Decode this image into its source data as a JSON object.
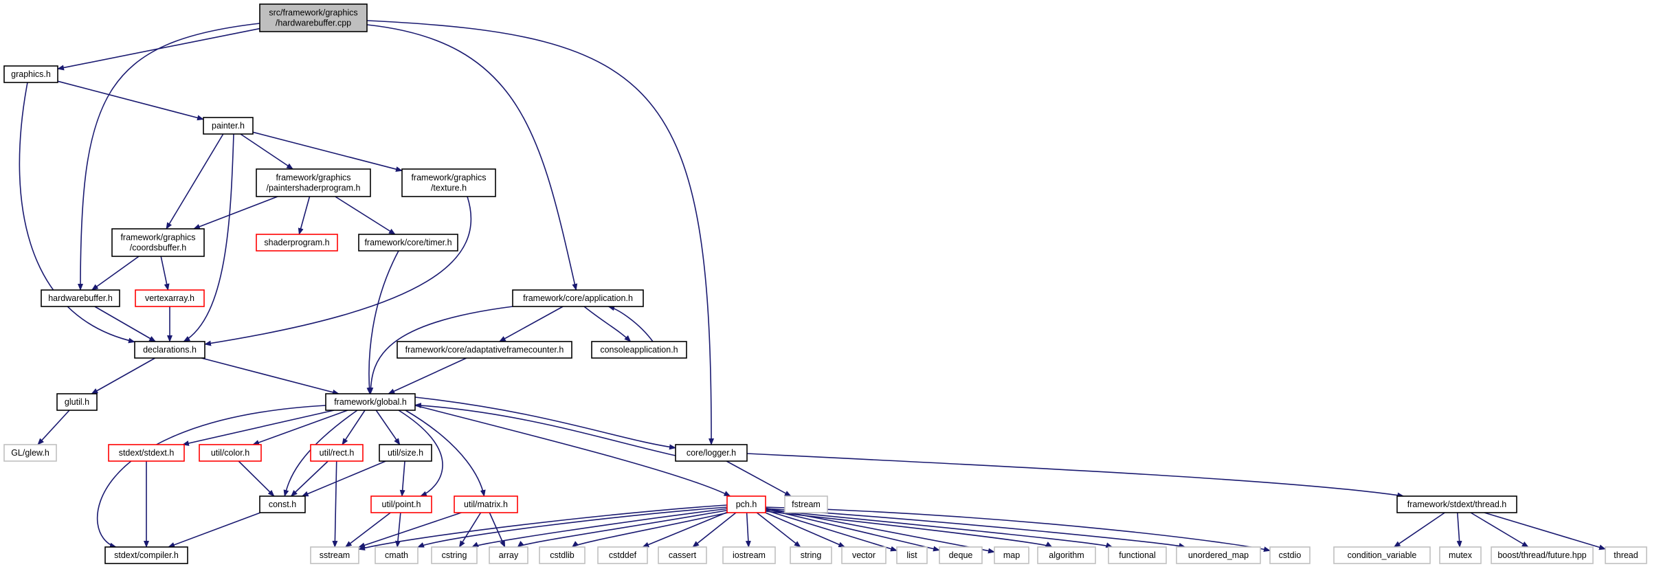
{
  "colors": {
    "edge": "#191970",
    "root_fill": "#bfbfbf",
    "normal_border": "#000000",
    "red_border": "#ff0000",
    "gray_border": "#bfbfbf"
  },
  "nodes": [
    {
      "id": "root",
      "lines": [
        "src/framework/graphics",
        "/hardwarebuffer.cpp"
      ],
      "style": "root"
    },
    {
      "id": "graphics_h",
      "lines": [
        "graphics.h"
      ],
      "style": "normal"
    },
    {
      "id": "painter_h",
      "lines": [
        "painter.h"
      ],
      "style": "normal"
    },
    {
      "id": "paintershaderprogram_h",
      "lines": [
        "framework/graphics",
        "/paintershaderprogram.h"
      ],
      "style": "normal"
    },
    {
      "id": "texture_h",
      "lines": [
        "framework/graphics",
        "/texture.h"
      ],
      "style": "normal"
    },
    {
      "id": "coordsbuffer_h",
      "lines": [
        "framework/graphics",
        "/coordsbuffer.h"
      ],
      "style": "normal"
    },
    {
      "id": "shaderprogram_h",
      "lines": [
        "shaderprogram.h"
      ],
      "style": "red"
    },
    {
      "id": "timer_h",
      "lines": [
        "framework/core/timer.h"
      ],
      "style": "normal"
    },
    {
      "id": "hardwarebuffer_h",
      "lines": [
        "hardwarebuffer.h"
      ],
      "style": "normal"
    },
    {
      "id": "vertexarray_h",
      "lines": [
        "vertexarray.h"
      ],
      "style": "red"
    },
    {
      "id": "application_h",
      "lines": [
        "framework/core/application.h"
      ],
      "style": "normal"
    },
    {
      "id": "declarations_h",
      "lines": [
        "declarations.h"
      ],
      "style": "normal"
    },
    {
      "id": "adaptativeframecounter_h",
      "lines": [
        "framework/core/adaptativeframecounter.h"
      ],
      "style": "normal"
    },
    {
      "id": "consoleapplication_h",
      "lines": [
        "consoleapplication.h"
      ],
      "style": "normal"
    },
    {
      "id": "glutil_h",
      "lines": [
        "glutil.h"
      ],
      "style": "normal"
    },
    {
      "id": "global_h",
      "lines": [
        "framework/global.h"
      ],
      "style": "normal"
    },
    {
      "id": "glew_h",
      "lines": [
        "GL/glew.h"
      ],
      "style": "gray"
    },
    {
      "id": "stdext_h",
      "lines": [
        "stdext/stdext.h"
      ],
      "style": "red"
    },
    {
      "id": "color_h",
      "lines": [
        "util/color.h"
      ],
      "style": "red"
    },
    {
      "id": "rect_h",
      "lines": [
        "util/rect.h"
      ],
      "style": "red"
    },
    {
      "id": "size_h",
      "lines": [
        "util/size.h"
      ],
      "style": "normal"
    },
    {
      "id": "logger_h",
      "lines": [
        "core/logger.h"
      ],
      "style": "normal"
    },
    {
      "id": "point_h",
      "lines": [
        "util/point.h"
      ],
      "style": "red"
    },
    {
      "id": "matrix_h",
      "lines": [
        "util/matrix.h"
      ],
      "style": "red"
    },
    {
      "id": "pch_h",
      "lines": [
        "pch.h"
      ],
      "style": "red"
    },
    {
      "id": "const_h",
      "lines": [
        "const.h"
      ],
      "style": "normal"
    },
    {
      "id": "fstream",
      "lines": [
        "fstream"
      ],
      "style": "gray"
    },
    {
      "id": "thread_h",
      "lines": [
        "framework/stdext/thread.h"
      ],
      "style": "normal"
    },
    {
      "id": "compiler_h",
      "lines": [
        "stdext/compiler.h"
      ],
      "style": "normal"
    },
    {
      "id": "sstream",
      "lines": [
        "sstream"
      ],
      "style": "gray"
    },
    {
      "id": "cmath",
      "lines": [
        "cmath"
      ],
      "style": "gray"
    },
    {
      "id": "cstring",
      "lines": [
        "cstring"
      ],
      "style": "gray"
    },
    {
      "id": "array",
      "lines": [
        "array"
      ],
      "style": "gray"
    },
    {
      "id": "cstdlib",
      "lines": [
        "cstdlib"
      ],
      "style": "gray"
    },
    {
      "id": "cstddef",
      "lines": [
        "cstddef"
      ],
      "style": "gray"
    },
    {
      "id": "cassert",
      "lines": [
        "cassert"
      ],
      "style": "gray"
    },
    {
      "id": "iostream",
      "lines": [
        "iostream"
      ],
      "style": "gray"
    },
    {
      "id": "string",
      "lines": [
        "string"
      ],
      "style": "gray"
    },
    {
      "id": "vector",
      "lines": [
        "vector"
      ],
      "style": "gray"
    },
    {
      "id": "list",
      "lines": [
        "list"
      ],
      "style": "gray"
    },
    {
      "id": "deque",
      "lines": [
        "deque"
      ],
      "style": "gray"
    },
    {
      "id": "map",
      "lines": [
        "map"
      ],
      "style": "gray"
    },
    {
      "id": "algorithm",
      "lines": [
        "algorithm"
      ],
      "style": "gray"
    },
    {
      "id": "functional",
      "lines": [
        "functional"
      ],
      "style": "gray"
    },
    {
      "id": "unordered_map",
      "lines": [
        "unordered_map"
      ],
      "style": "gray"
    },
    {
      "id": "cstdio",
      "lines": [
        "cstdio"
      ],
      "style": "gray"
    },
    {
      "id": "condition_variable",
      "lines": [
        "condition_variable"
      ],
      "style": "gray"
    },
    {
      "id": "mutex",
      "lines": [
        "mutex"
      ],
      "style": "gray"
    },
    {
      "id": "future_hpp",
      "lines": [
        "boost/thread/future.hpp"
      ],
      "style": "gray"
    },
    {
      "id": "thread",
      "lines": [
        "thread"
      ],
      "style": "gray"
    }
  ],
  "edges": [
    [
      "root",
      "graphics_h"
    ],
    [
      "root",
      "hardwarebuffer_h"
    ],
    [
      "root",
      "application_h"
    ],
    [
      "root",
      "logger_h"
    ],
    [
      "graphics_h",
      "painter_h"
    ],
    [
      "graphics_h",
      "declarations_h"
    ],
    [
      "painter_h",
      "paintershaderprogram_h"
    ],
    [
      "painter_h",
      "texture_h"
    ],
    [
      "painter_h",
      "coordsbuffer_h"
    ],
    [
      "painter_h",
      "declarations_h"
    ],
    [
      "paintershaderprogram_h",
      "coordsbuffer_h"
    ],
    [
      "paintershaderprogram_h",
      "shaderprogram_h"
    ],
    [
      "paintershaderprogram_h",
      "timer_h"
    ],
    [
      "texture_h",
      "declarations_h"
    ],
    [
      "coordsbuffer_h",
      "hardwarebuffer_h"
    ],
    [
      "coordsbuffer_h",
      "vertexarray_h"
    ],
    [
      "hardwarebuffer_h",
      "declarations_h"
    ],
    [
      "vertexarray_h",
      "declarations_h"
    ],
    [
      "timer_h",
      "global_h"
    ],
    [
      "application_h",
      "global_h"
    ],
    [
      "application_h",
      "adaptativeframecounter_h"
    ],
    [
      "application_h",
      "consoleapplication_h"
    ],
    [
      "consoleapplication_h",
      "application_h"
    ],
    [
      "adaptativeframecounter_h",
      "global_h"
    ],
    [
      "declarations_h",
      "glutil_h"
    ],
    [
      "declarations_h",
      "global_h"
    ],
    [
      "glutil_h",
      "glew_h"
    ],
    [
      "global_h",
      "compiler_h"
    ],
    [
      "global_h",
      "stdext_h"
    ],
    [
      "global_h",
      "color_h"
    ],
    [
      "global_h",
      "const_h"
    ],
    [
      "global_h",
      "rect_h"
    ],
    [
      "global_h",
      "size_h"
    ],
    [
      "global_h",
      "point_h"
    ],
    [
      "global_h",
      "matrix_h"
    ],
    [
      "global_h",
      "pch_h"
    ],
    [
      "global_h",
      "logger_h"
    ],
    [
      "logger_h",
      "global_h"
    ],
    [
      "logger_h",
      "fstream"
    ],
    [
      "logger_h",
      "thread_h"
    ],
    [
      "stdext_h",
      "compiler_h"
    ],
    [
      "color_h",
      "const_h"
    ],
    [
      "rect_h",
      "const_h"
    ],
    [
      "rect_h",
      "sstream"
    ],
    [
      "size_h",
      "const_h"
    ],
    [
      "size_h",
      "point_h"
    ],
    [
      "point_h",
      "sstream"
    ],
    [
      "point_h",
      "cmath"
    ],
    [
      "matrix_h",
      "sstream"
    ],
    [
      "matrix_h",
      "cstring"
    ],
    [
      "matrix_h",
      "array"
    ],
    [
      "const_h",
      "compiler_h"
    ],
    [
      "pch_h",
      "sstream"
    ],
    [
      "pch_h",
      "cmath"
    ],
    [
      "pch_h",
      "cstring"
    ],
    [
      "pch_h",
      "array"
    ],
    [
      "pch_h",
      "cstdlib"
    ],
    [
      "pch_h",
      "cstddef"
    ],
    [
      "pch_h",
      "cassert"
    ],
    [
      "pch_h",
      "iostream"
    ],
    [
      "pch_h",
      "string"
    ],
    [
      "pch_h",
      "vector"
    ],
    [
      "pch_h",
      "list"
    ],
    [
      "pch_h",
      "deque"
    ],
    [
      "pch_h",
      "map"
    ],
    [
      "pch_h",
      "algorithm"
    ],
    [
      "pch_h",
      "functional"
    ],
    [
      "pch_h",
      "unordered_map"
    ],
    [
      "pch_h",
      "cstdio"
    ],
    [
      "thread_h",
      "condition_variable"
    ],
    [
      "thread_h",
      "mutex"
    ],
    [
      "thread_h",
      "future_hpp"
    ],
    [
      "thread_h",
      "thread"
    ]
  ]
}
